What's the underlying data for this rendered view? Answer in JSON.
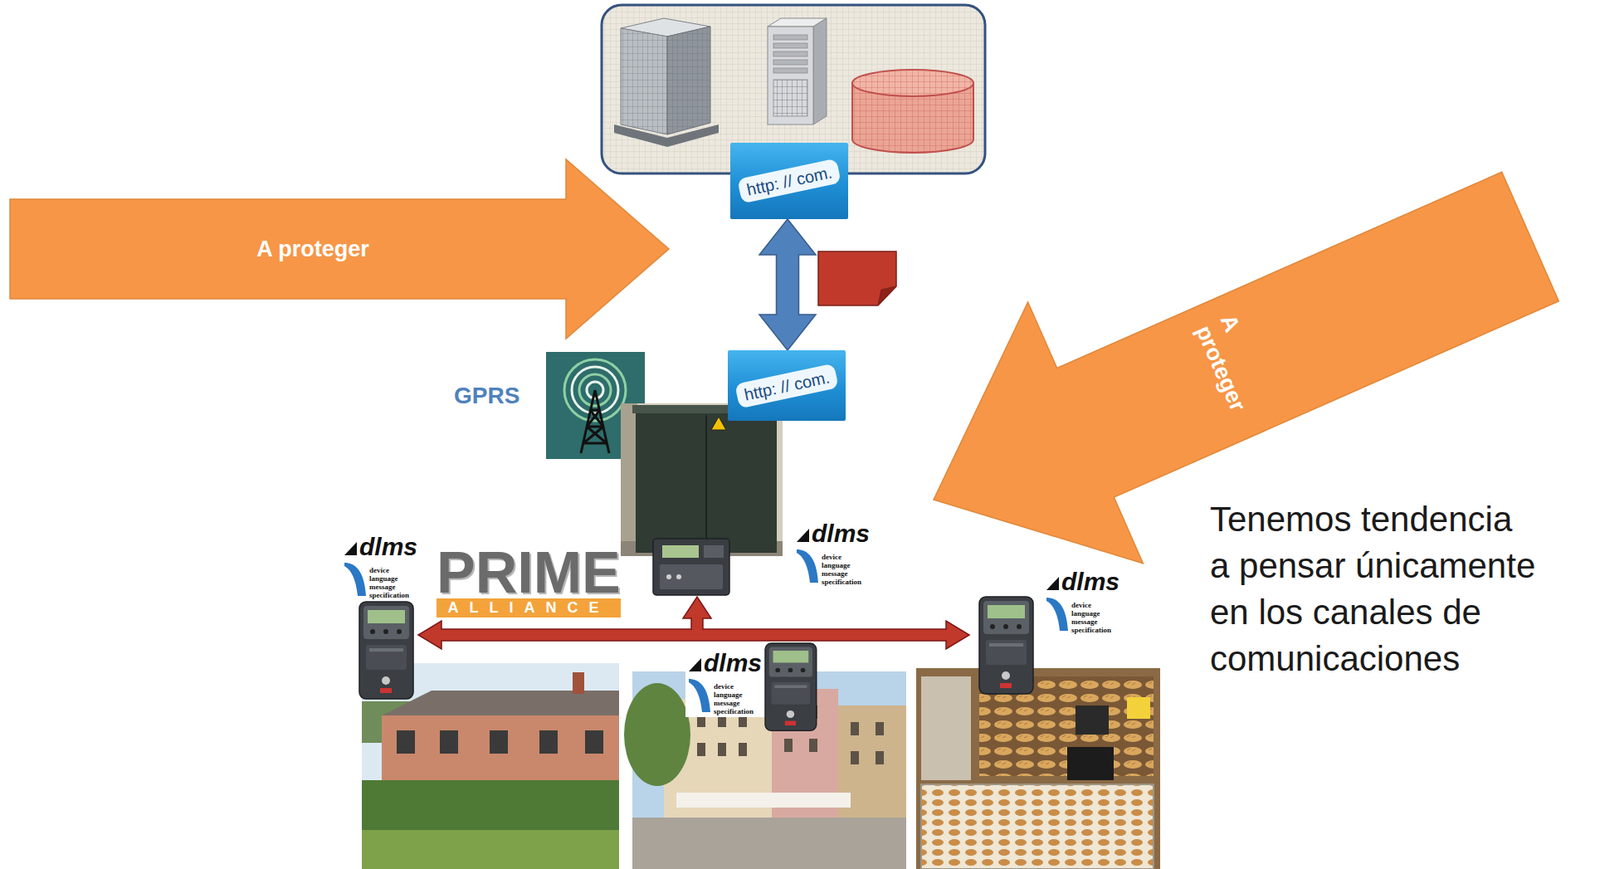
{
  "diagram": {
    "nodes": [
      {
        "text": [
          "http: // com."
        ]
      },
      {
        "text": [
          "A proteger"
        ]
      },
      {
        "text": [
          "A proteger"
        ]
      },
      {
        "text": [
          "http: // com."
        ]
      }
    ],
    "edges": [
      {
        "from": 0,
        "to": 3,
        "arrow": "both"
      }
    ],
    "labels": [
      "GPRS",
      "Tenemos tendencia a pensar únicamente en los canales de comunicaciones",
      "dlms",
      "device language message specification",
      "dlms",
      "device language message specification",
      "PRIME",
      "ALLIANCE",
      "dlms",
      "device language message specification",
      "dlms",
      "device language message specification"
    ]
  }
}
